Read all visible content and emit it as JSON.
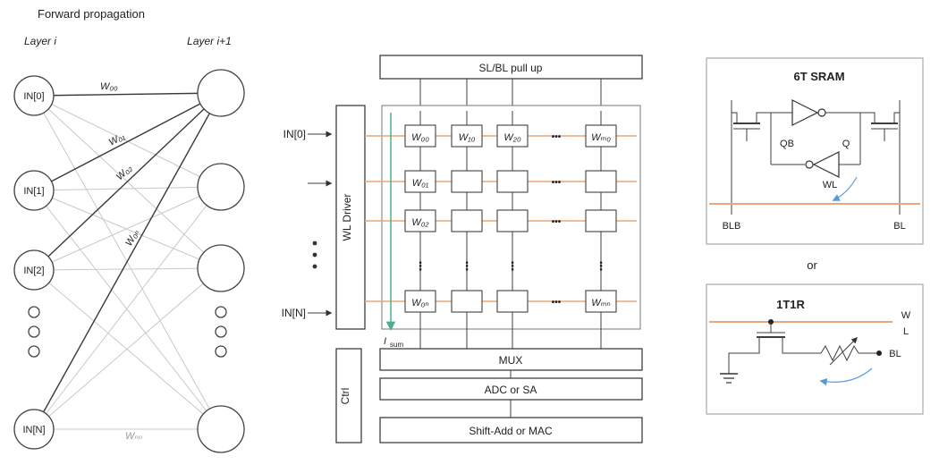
{
  "colors": {
    "purple": "#7030a0",
    "orange": "#e8a87c",
    "green": "#4fae8f",
    "blue": "#5b9bd5",
    "isum": "#d2691e"
  },
  "nn": {
    "title": "Forward propagation",
    "layer_left": "Layer i",
    "layer_right": "Layer i+1",
    "nodes": [
      "IN[0]",
      "IN[1]",
      "IN[2]",
      "IN[N]"
    ],
    "weights": {
      "w00": "W₀₀",
      "w01": "W₀₁",
      "w02": "W₀₂",
      "w0n": "W₀ₙ",
      "wnn": "Wₙₙ"
    }
  },
  "crossbar": {
    "pullup": "SL/BL pull up",
    "wl_driver": "WL Driver",
    "in0": "IN[0]",
    "inn": "IN[N]",
    "row0": [
      "W₀₀",
      "W₁₀",
      "W₂₀",
      "Wₘ₀"
    ],
    "w01": "W₀₁",
    "w02": "W₀₂",
    "w0n": "W₀ₙ",
    "wmn": "Wₘₙ",
    "isum_main": "I",
    "isum_sub": "sum",
    "mux": "MUX",
    "adc": "ADC or SA",
    "shift": "Shift-Add or MAC",
    "ctrl": "Ctrl",
    "hdots": "•••",
    "vdots": "⋮"
  },
  "sram": {
    "title": "6T SRAM",
    "qb": "QB",
    "q": "Q",
    "wl": "WL",
    "blb": "BLB",
    "bl": "BL"
  },
  "or_label": "or",
  "t1r": {
    "title": "1T1R",
    "w": "W",
    "l": "L",
    "bl": "BL"
  }
}
